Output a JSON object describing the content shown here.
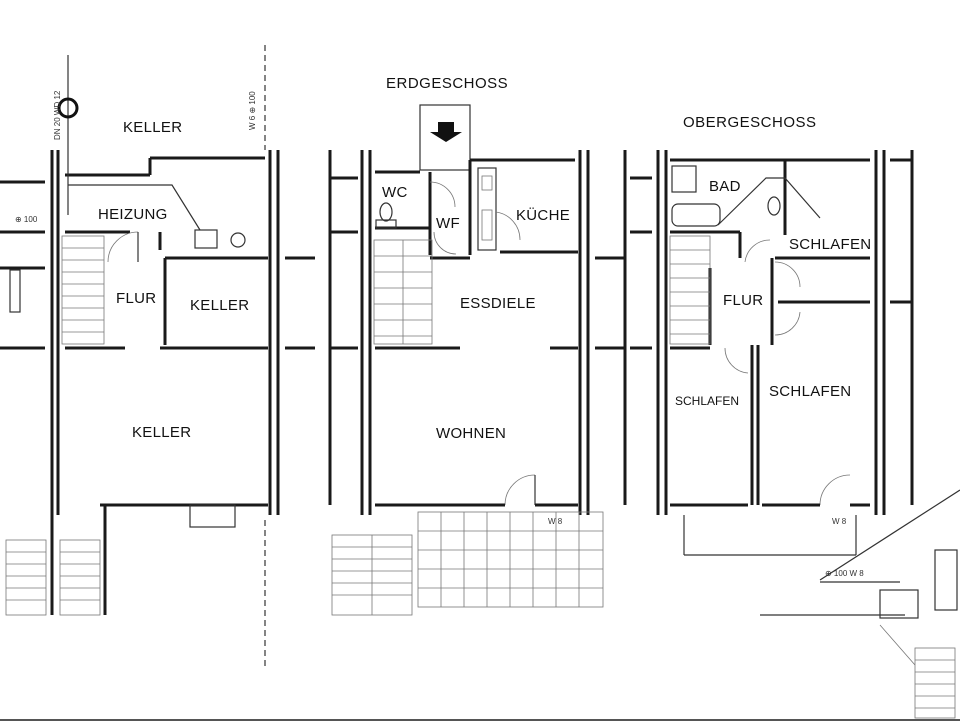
{
  "titles": {
    "ground_floor": "ERDGESCHOSS",
    "upper_floor": "OBERGESCHOSS"
  },
  "basement": {
    "keller_top": "KELLER",
    "heizung": "HEIZUNG",
    "flur": "FLUR",
    "keller_mid": "KELLER",
    "keller_bottom": "KELLER"
  },
  "ground": {
    "wc": "WC",
    "wf": "WF",
    "kueche": "KÜCHE",
    "essdiele": "ESSDIELE",
    "wohnen": "WOHNEN"
  },
  "upper": {
    "bad": "BAD",
    "schlafen_top": "SCHLAFEN",
    "flur": "FLUR",
    "schlafen_left": "SCHLAFEN",
    "schlafen_right": "SCHLAFEN"
  },
  "annotations": {
    "level_left": "⊕ 100",
    "level_top_a": "DN 20 WD 12",
    "level_top_b": "W 6 ⊕ 100",
    "ground_mark": "W 8",
    "upper_mark": "W 8",
    "site_level": "⊕ 100 W 8"
  }
}
